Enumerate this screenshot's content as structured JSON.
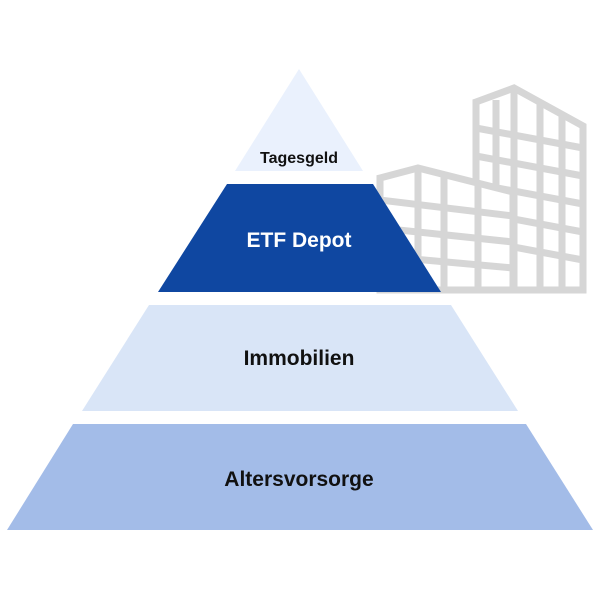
{
  "pyramid": {
    "levels": [
      {
        "label": "Tagesgeld",
        "fill": "#eaf1fd",
        "text_color": "#111111"
      },
      {
        "label": "ETF Depot",
        "fill": "#0f47a1",
        "text_color": "#ffffff"
      },
      {
        "label": "Immobilien",
        "fill": "#d9e5f7",
        "text_color": "#111111"
      },
      {
        "label": "Altersvorsorge",
        "fill": "#a3bce8",
        "text_color": "#111111"
      }
    ]
  },
  "background_illustration": {
    "icon": "office-buildings-icon",
    "color": "#d6d6d6"
  }
}
